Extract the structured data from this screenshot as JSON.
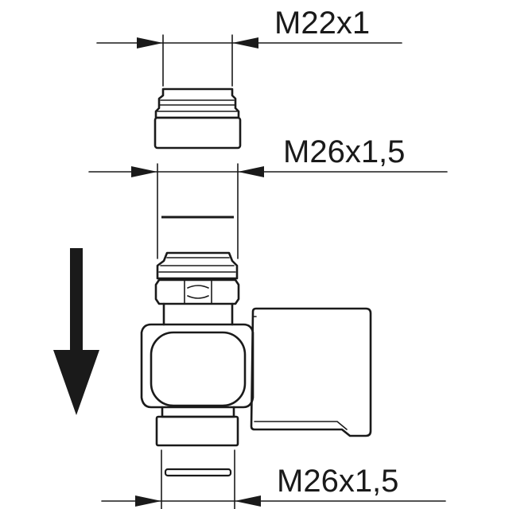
{
  "labels": {
    "top_thread": "M22x1",
    "middle_thread": "M26x1,5",
    "bottom_thread": "M26x1,5"
  },
  "icons": {
    "arrow": "arrow-down-icon"
  },
  "colors": {
    "line": "#1a1a1a",
    "background": "#ffffff"
  }
}
